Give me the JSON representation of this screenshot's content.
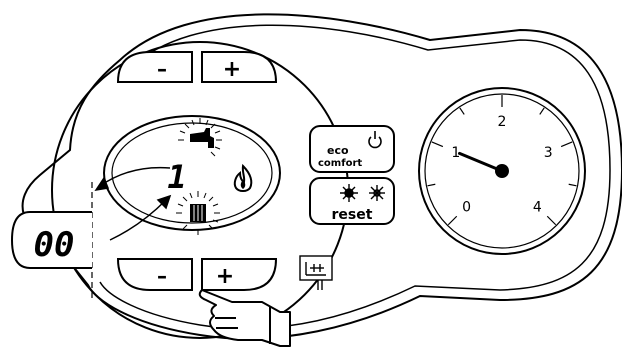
{
  "top_controls": {
    "minus_label": "–",
    "plus_label": "+"
  },
  "bottom_controls": {
    "minus_label": "–",
    "plus_label": "+"
  },
  "display": {
    "center_digit": "1",
    "external_readout": "00"
  },
  "mode_buttons": {
    "eco_label": "eco",
    "comfort_label": "comfort",
    "reset_label": "reset"
  },
  "pressure_gauge": {
    "scale_labels": [
      "0",
      "1",
      "2",
      "3",
      "4"
    ],
    "min": 0,
    "max": 4,
    "needle_value": 1
  },
  "icons": {
    "dhw": "tap-icon",
    "heating": "radiator-icon",
    "flame": "flame-icon",
    "power": "power-icon",
    "summer": "sun-icon",
    "winter": "snowflake-icon",
    "service": "service-tool-icon",
    "hand": "pointing-hand-icon"
  }
}
